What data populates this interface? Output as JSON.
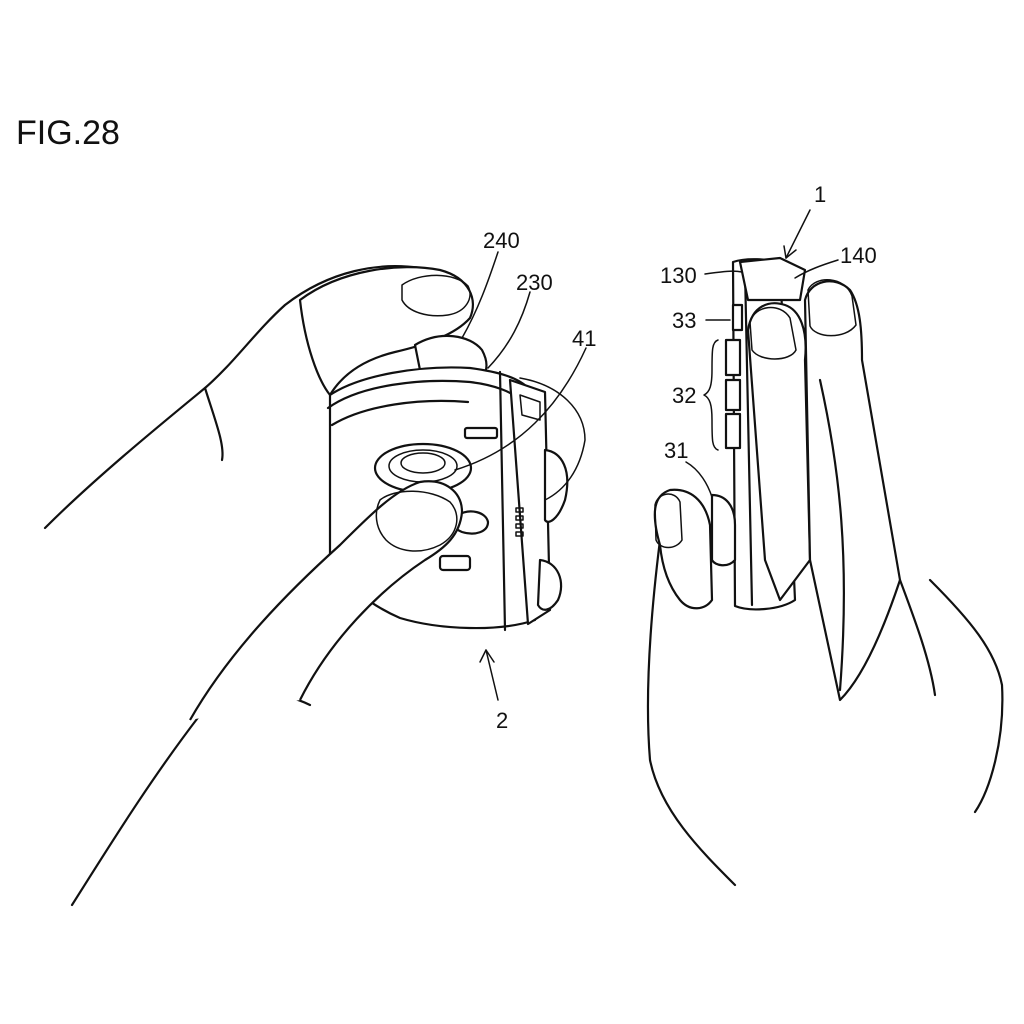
{
  "figure": {
    "title": "FIG.28",
    "labels": {
      "l1": "1",
      "l2": "2",
      "l31": "31",
      "l32": "32",
      "l33": "33",
      "l41": "41",
      "l130": "130",
      "l140": "140",
      "l230": "230",
      "l240": "240"
    }
  }
}
